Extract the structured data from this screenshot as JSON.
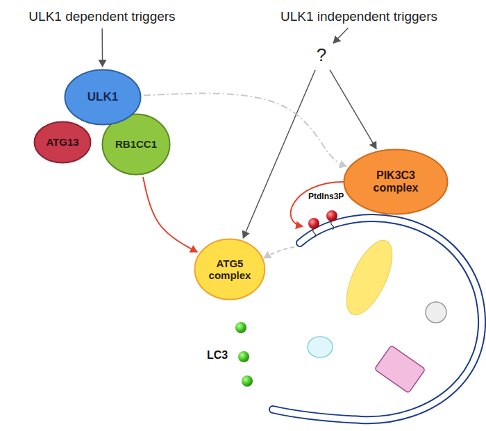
{
  "diagram": {
    "nodes": [
      {
        "text": [
          "ULK1 dependent triggers"
        ]
      },
      {
        "text": [
          "ULK1 independent triggers"
        ]
      },
      {
        "text": [
          "ULK1"
        ]
      },
      {
        "text": [
          "ATG13"
        ]
      },
      {
        "text": [
          "RB1CC1"
        ]
      },
      {
        "text": [
          "?"
        ]
      },
      {
        "text": [
          "PIK3C3 complex"
        ]
      },
      {
        "text": [
          "ATG5 complex"
        ]
      }
    ],
    "edges": [
      {
        "from": 0,
        "to": 2,
        "arrow": "to"
      },
      {
        "from": 1,
        "to": 5,
        "arrow": "to"
      },
      {
        "from": 5,
        "to": 7,
        "arrow": "to"
      },
      {
        "from": 5,
        "to": 6,
        "arrow": "to"
      },
      {
        "from": 4,
        "to": 7,
        "arrow": "to"
      },
      {
        "from": 2,
        "to": 6,
        "arrow": "to"
      }
    ],
    "labels": [
      "PtdIns3P",
      "LC3"
    ]
  }
}
